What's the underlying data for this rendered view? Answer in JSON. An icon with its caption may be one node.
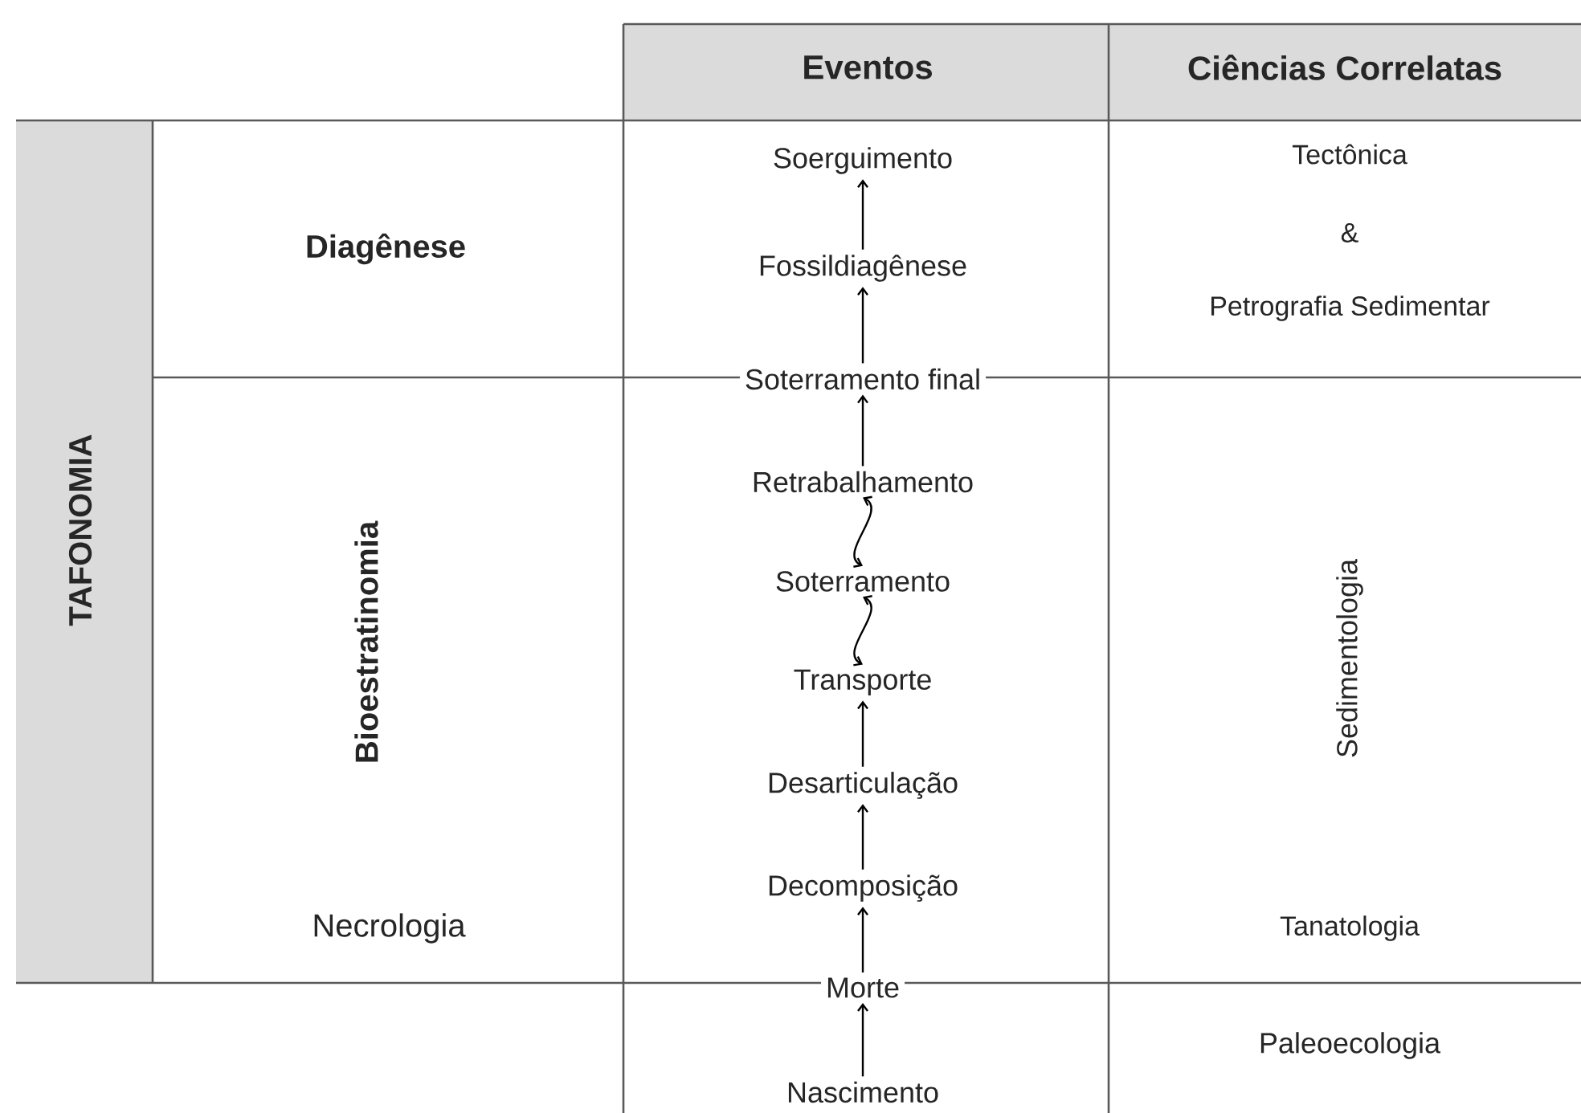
{
  "diagram": {
    "nodes": [
      {
        "text": [
          "Soerguimento"
        ]
      },
      {
        "text": [
          "Fossildiagênese"
        ]
      },
      {
        "text": [
          "Soterramento final"
        ]
      },
      {
        "text": [
          "Retrabalhamento"
        ]
      },
      {
        "text": [
          "Soterramento"
        ]
      },
      {
        "text": [
          "Transporte"
        ]
      },
      {
        "text": [
          "Desarticulação"
        ]
      },
      {
        "text": [
          "Decomposição"
        ]
      },
      {
        "text": [
          "Morte"
        ]
      },
      {
        "text": [
          "Nascimento"
        ]
      }
    ],
    "edges": [
      {
        "from": 9,
        "to": 8,
        "arrow": "to"
      },
      {
        "from": 8,
        "to": 7,
        "arrow": "to"
      },
      {
        "from": 7,
        "to": 6,
        "arrow": "to"
      },
      {
        "from": 6,
        "to": 5,
        "arrow": "to"
      },
      {
        "from": 5,
        "to": 4,
        "arrow": "both"
      },
      {
        "from": 4,
        "to": 3,
        "arrow": "both"
      },
      {
        "from": 3,
        "to": 2,
        "arrow": "to"
      },
      {
        "from": 2,
        "to": 1,
        "arrow": "to"
      },
      {
        "from": 1,
        "to": 0,
        "arrow": "to"
      }
    ],
    "labels": [
      "Eventos",
      "Ciências Correlatas",
      "TAFONOMIA",
      "Diagênese",
      "Tectônica",
      "&",
      "Petrografia Sedimentar",
      "Bioestratinomia",
      "Sedimentologia",
      "Necrologia",
      "Tanatologia",
      "Paleoecologia"
    ]
  }
}
